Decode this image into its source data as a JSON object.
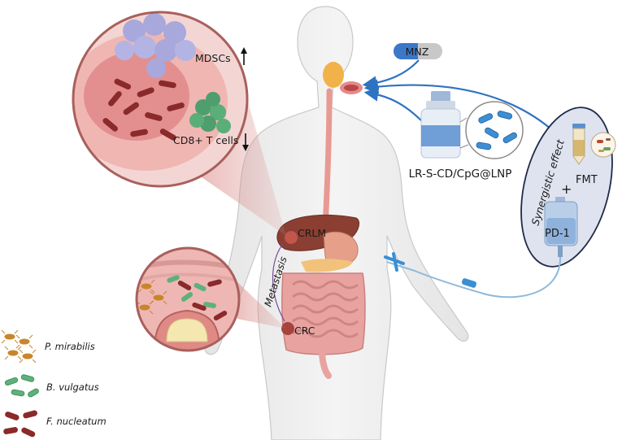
{
  "labels": {
    "mdscs": "MDSCs",
    "cd8": "CD8+ T cells",
    "mnz": "MNZ",
    "lnp": "LR-S-CD/CpG@LNP",
    "synergy": "Synergistic effect",
    "fmt": "FMT",
    "plus": "+",
    "pd1": "PD-1",
    "crlm": "CRLM",
    "metastasis": "Metastasis",
    "crc": "CRC"
  },
  "legend": [
    {
      "name": "P. mirabilis",
      "icon": "p-mirabilis-icon",
      "color": "#c8862a"
    },
    {
      "name": "B. vulgatus",
      "icon": "b-vulgatus-icon",
      "color": "#5fb07a"
    },
    {
      "name": "F. nucleatum",
      "icon": "f-nucleatum-icon",
      "color": "#8a2a2a"
    }
  ],
  "colors": {
    "arrow_blue": "#2e72c2",
    "tumor_pink": "#e38f8f",
    "mdsc_purple": "#a8a8dc",
    "cd8_green": "#4f9e6e",
    "fn_red": "#8a2a2a",
    "ellipse_fill": "#dfe3ef",
    "ellipse_stroke": "#1f2a48",
    "circle_border": "#a8605c"
  }
}
